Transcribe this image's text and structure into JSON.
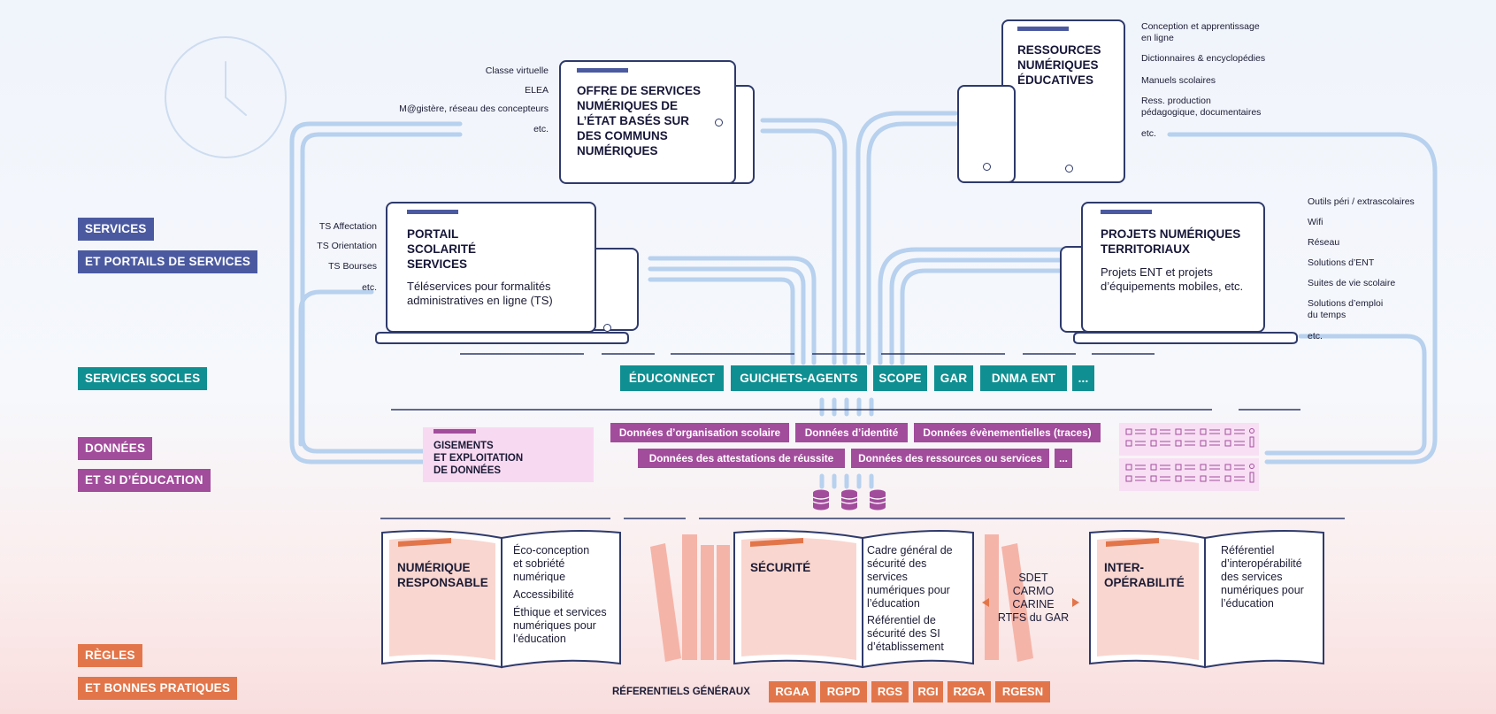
{
  "categories": {
    "services": "SERVICES",
    "portails": "ET PORTAILS DE SERVICES",
    "socles": "SERVICES SOCLES",
    "donnees": "DONNÉES",
    "si": "ET SI D’ÉDUCATION",
    "regles": "RÈGLES",
    "bonnes": "ET BONNES PRATIQUES"
  },
  "offre": {
    "title_lines": [
      "OFFRE DE SERVICES",
      "NUMÉRIQUES DE",
      "L’ÉTAT BASÉS SUR",
      "DES COMMUNS",
      "NUMÉRIQUES"
    ],
    "items": [
      "Classe virtuelle",
      "ELEA",
      "M@gistère, réseau des concepteurs",
      "etc."
    ]
  },
  "ressources": {
    "title_lines": [
      "RESSOURCES",
      "NUMÉRIQUES",
      "ÉDUCATIVES"
    ],
    "items": [
      [
        "Conception et apprentissage",
        "en ligne"
      ],
      [
        "Dictionnaires & encyclopédies"
      ],
      [
        "Manuels scolaires"
      ],
      [
        "Ress. production",
        "pédagogique, documentaires"
      ],
      [
        "etc."
      ]
    ]
  },
  "portail": {
    "title_lines": [
      "PORTAIL",
      "SCOLARITÉ",
      "SERVICES"
    ],
    "text_lines": [
      "Téléservices pour formalités",
      "administratives en ligne (TS)"
    ],
    "items": [
      "TS Affectation",
      "TS Orientation",
      "TS Bourses",
      "etc."
    ]
  },
  "projets": {
    "title_lines": [
      "PROJETS NUMÉRIQUES",
      "TERRITORIAUX"
    ],
    "text_lines": [
      "Projets ENT et projets",
      "d’équipements mobiles, etc."
    ],
    "items": [
      [
        "Outils péri / extrascolaires"
      ],
      [
        "Wifi"
      ],
      [
        "Réseau"
      ],
      [
        "Solutions d’ENT"
      ],
      [
        "Suites de vie scolaire"
      ],
      [
        "Solutions d’emploi",
        "du temps"
      ],
      [
        "etc."
      ]
    ]
  },
  "socles": [
    "ÉDUCONNECT",
    "GUICHETS-AGENTS",
    "SCOPE",
    "GAR",
    "DNMA ENT",
    "..."
  ],
  "donnees": {
    "row1": [
      "Données d’organisation scolaire",
      "Données d’identité",
      "Données évènementielles (traces)"
    ],
    "row2": [
      "Données des attestations de réussite",
      "Données des ressources ou services",
      "..."
    ]
  },
  "gisements": {
    "title_lines": [
      "GISEMENTS",
      "ET EXPLOITATION",
      "DE DONNÉES"
    ]
  },
  "books": {
    "numerique": {
      "title_lines": [
        "NUMÉRIQUE",
        "RESPONSABLE"
      ],
      "text_lines": [
        "Éco-conception",
        "et sobriété",
        "numérique",
        "Accessibilité",
        "Éthique et services",
        "numériques pour",
        "l’éducation"
      ]
    },
    "securite": {
      "title_lines": [
        "SÉCURITÉ"
      ],
      "text_lines": [
        "Cadre général de",
        "sécurité des",
        "services",
        "numériques pour",
        "l’éducation",
        "Référentiel de",
        "sécurité des SI",
        "d’établissement"
      ]
    },
    "interop": {
      "title_lines": [
        "INTER-",
        "OPÉRABILITÉ"
      ],
      "text_lines": [
        "Référentiel",
        "d’interopérabilité",
        "des services",
        "numériques pour",
        "l’éducation"
      ]
    },
    "middle_lines": [
      "SDET",
      "CARMO",
      "CARINE",
      "RTFS du GAR"
    ]
  },
  "referentiels": {
    "label": "RÉFERENTIELS GÉNÉRAUX",
    "items": [
      "RGAA",
      "RGPD",
      "RGS",
      "RGI",
      "R2GA",
      "RGESN"
    ]
  },
  "colors": {
    "blue": "#4b5aa0",
    "teal": "#0f8f91",
    "purple": "#a24c9c",
    "orange": "#e2764a",
    "pipe": "#b7d1ee",
    "navy": "#2e3a6b"
  }
}
